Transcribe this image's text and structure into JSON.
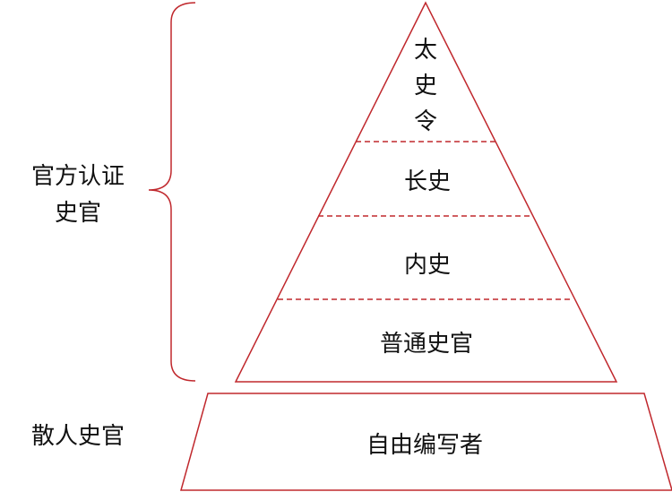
{
  "colors": {
    "outline": "#c0282d",
    "text": "#111111",
    "background": "#ffffff"
  },
  "pyramid": {
    "levels": [
      {
        "label_lines": [
          "太",
          "史",
          "令"
        ]
      },
      {
        "label_lines": [
          "长史"
        ]
      },
      {
        "label_lines": [
          "内史"
        ]
      },
      {
        "label_lines": [
          "普通史官"
        ]
      }
    ]
  },
  "base": {
    "label": "自由编写者"
  },
  "side_labels": {
    "official_lines": [
      "官方认证",
      "史官"
    ],
    "unofficial": "散人史官"
  }
}
